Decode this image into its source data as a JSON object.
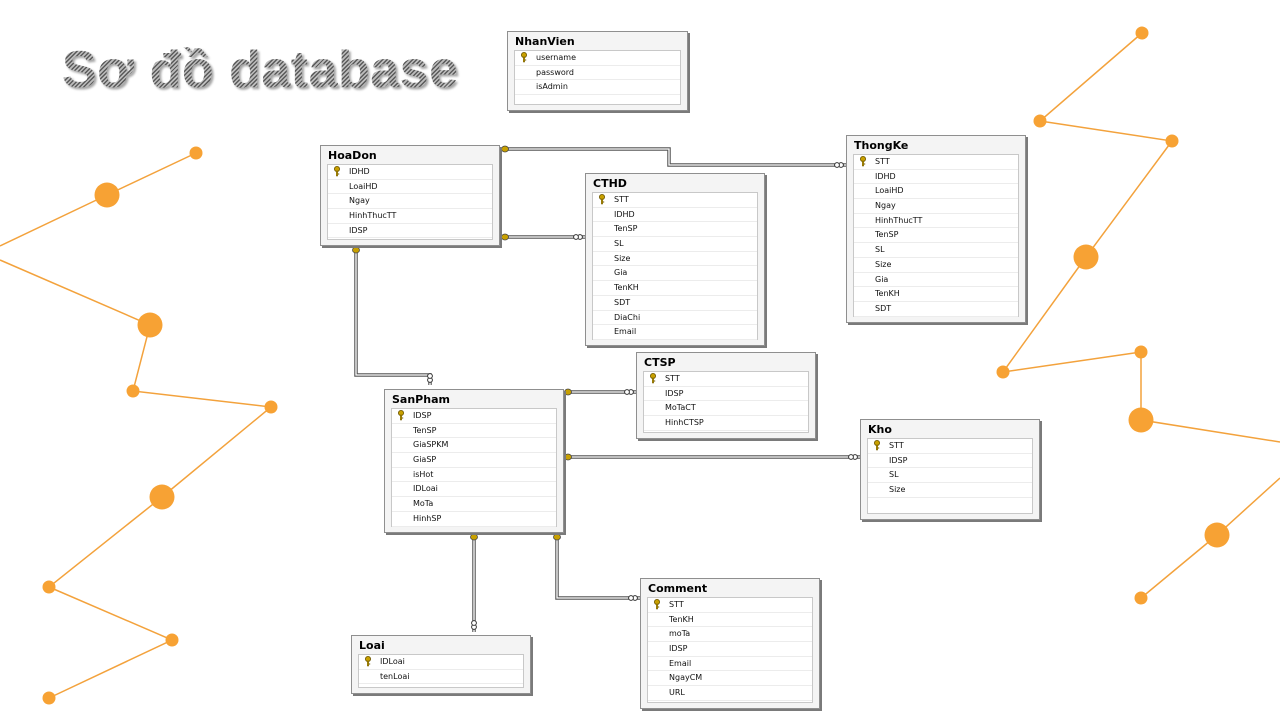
{
  "title": "Sơ đồ database",
  "colors": {
    "accent": "#f7a234",
    "line": "#f3a23c",
    "key": "#c8a000",
    "connector": "#555555"
  },
  "tables": [
    {
      "name": "NhanVien",
      "columns": [
        "username",
        "password",
        "isAdmin"
      ],
      "pk": "username"
    },
    {
      "name": "HoaDon",
      "columns": [
        "IDHD",
        "LoaiHD",
        "Ngay",
        "HinhThucTT",
        "IDSP"
      ],
      "pk": "IDHD"
    },
    {
      "name": "CTHD",
      "columns": [
        "STT",
        "IDHD",
        "TenSP",
        "SL",
        "Size",
        "Gia",
        "TenKH",
        "SDT",
        "DiaChi",
        "Email"
      ],
      "pk": "STT"
    },
    {
      "name": "ThongKe",
      "columns": [
        "STT",
        "IDHD",
        "LoaiHD",
        "Ngay",
        "HinhThucTT",
        "TenSP",
        "SL",
        "Size",
        "Gia",
        "TenKH",
        "SDT"
      ],
      "pk": "STT"
    },
    {
      "name": "SanPham",
      "columns": [
        "IDSP",
        "TenSP",
        "GiaSPKM",
        "GiaSP",
        "isHot",
        "IDLoai",
        "MoTa",
        "HinhSP"
      ],
      "pk": "IDSP"
    },
    {
      "name": "CTSP",
      "columns": [
        "STT",
        "IDSP",
        "MoTaCT",
        "HinhCTSP"
      ],
      "pk": "STT"
    },
    {
      "name": "Kho",
      "columns": [
        "STT",
        "IDSP",
        "SL",
        "Size"
      ],
      "pk": "STT"
    },
    {
      "name": "Loai",
      "columns": [
        "IDLoai",
        "tenLoai"
      ],
      "pk": "IDLoai"
    },
    {
      "name": "Comment",
      "columns": [
        "STT",
        "TenKH",
        "moTa",
        "IDSP",
        "Email",
        "NgayCM",
        "URL"
      ],
      "pk": "STT"
    }
  ],
  "relationships": [
    {
      "from": "HoaDon",
      "to": "ThongKe"
    },
    {
      "from": "HoaDon",
      "to": "CTHD"
    },
    {
      "from": "HoaDon",
      "to": "SanPham"
    },
    {
      "from": "SanPham",
      "to": "CTSP"
    },
    {
      "from": "SanPham",
      "to": "Kho"
    },
    {
      "from": "SanPham",
      "to": "Loai"
    },
    {
      "from": "SanPham",
      "to": "Comment"
    }
  ]
}
